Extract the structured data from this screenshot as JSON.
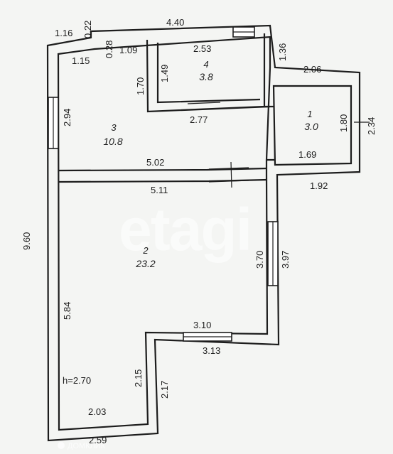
{
  "watermark": "etagi",
  "footer_mark": "ДОМКЛИК",
  "ceiling_height": "h=2.70",
  "rooms": [
    {
      "id": "1",
      "number": "1",
      "area": "3.0"
    },
    {
      "id": "2",
      "number": "2",
      "area": "23.2"
    },
    {
      "id": "3",
      "number": "3",
      "area": "10.8"
    },
    {
      "id": "4",
      "number": "4",
      "area": "3.8"
    }
  ],
  "dimensions": {
    "top_overall": "4.40",
    "top_left": "1.16",
    "top_small_a": "0.22",
    "top_small_b": "0.28",
    "room4_top": "2.53",
    "room4_left_wall": "1.09",
    "room3_top_left": "1.15",
    "right_upper": "1.36",
    "room4_height_outer": "1.70",
    "room4_height_inner": "1.49",
    "room4_bottom": "2.77",
    "room1_top": "2.06",
    "room1_height": "1.80",
    "room1_height_outer": "2.34",
    "room1_bottom": "1.69",
    "room3_height": "2.94",
    "room3_bottom": "5.02",
    "left_overall": "9.60",
    "room2_top": "5.11",
    "right_lower": "1.92",
    "room2_right_inner": "3.70",
    "room2_right_outer": "3.97",
    "room2_left": "5.84",
    "step_top_inner": "3.10",
    "step_top_outer": "3.13",
    "bottom_right_inner": "2.15",
    "bottom_right_outer": "2.17",
    "bottom_inner": "2.03",
    "bottom_outer": "2.59"
  }
}
